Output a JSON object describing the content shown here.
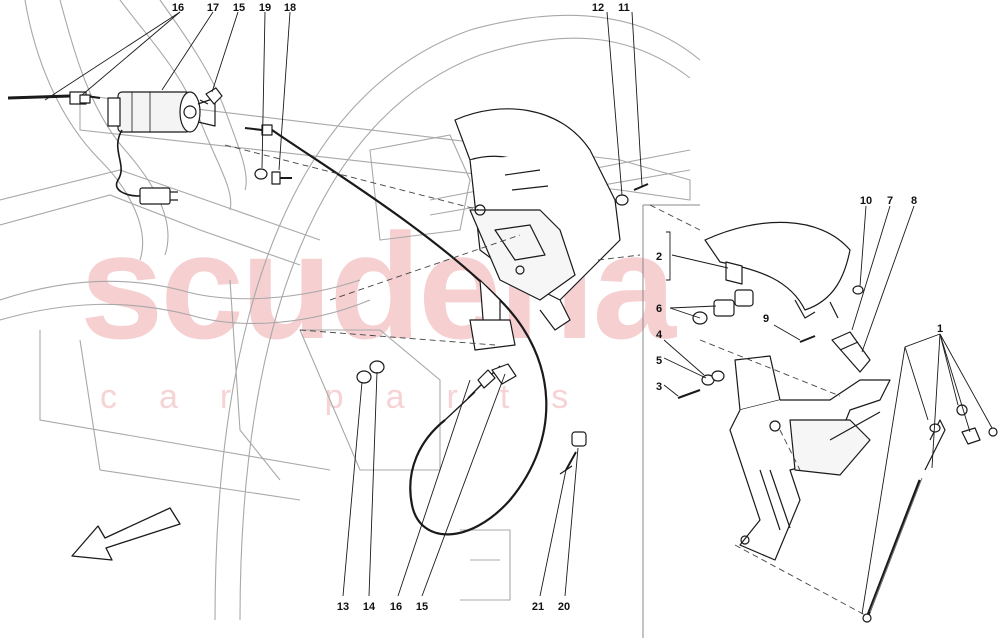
{
  "watermark": {
    "brand": "scuderia",
    "subtitle": "car parts",
    "color": "#e8878c"
  },
  "callouts": {
    "c16_top": "16",
    "c17": "17",
    "c15_top": "15",
    "c19": "19",
    "c18": "18",
    "c12": "12",
    "c11": "11",
    "c10": "10",
    "c7": "7",
    "c8": "8",
    "c2": "2",
    "c6": "6",
    "c9": "9",
    "c4": "4",
    "c1": "1",
    "c5": "5",
    "c3": "3",
    "c13": "13",
    "c14": "14",
    "c16_bottom": "16",
    "c15_bottom": "15",
    "c21": "21",
    "c20": "20"
  },
  "icons": {
    "direction_arrow": "arrow-icon"
  },
  "colors": {
    "line": "#1a1a1a",
    "ghost": "#b5b5b5",
    "panel_divider": "#8a8a8a"
  }
}
